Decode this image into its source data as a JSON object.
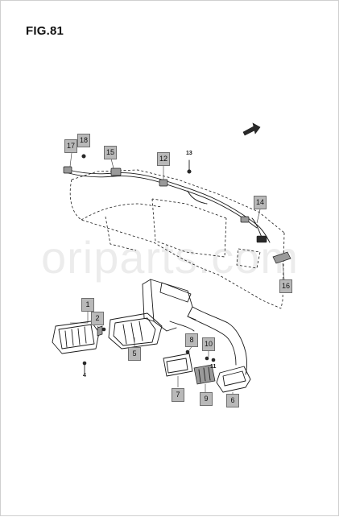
{
  "figure": {
    "title": "FIG.81"
  },
  "watermark": {
    "text": "oriparts.com"
  },
  "callouts": [
    {
      "id": "c1",
      "label": "1"
    },
    {
      "id": "c2",
      "label": "2"
    },
    {
      "id": "c5",
      "label": "5"
    },
    {
      "id": "c6",
      "label": "6"
    },
    {
      "id": "c7",
      "label": "7"
    },
    {
      "id": "c8",
      "label": "8"
    },
    {
      "id": "c9",
      "label": "9"
    },
    {
      "id": "c10",
      "label": "10"
    },
    {
      "id": "c12",
      "label": "12"
    },
    {
      "id": "c14",
      "label": "14"
    },
    {
      "id": "c15",
      "label": "15"
    },
    {
      "id": "c16",
      "label": "16"
    },
    {
      "id": "c17",
      "label": "17"
    },
    {
      "id": "c18",
      "label": "18"
    }
  ],
  "small_labels": [
    {
      "id": "s4",
      "label": "4"
    },
    {
      "id": "s11",
      "label": "11"
    },
    {
      "id": "s13",
      "label": "13"
    }
  ]
}
